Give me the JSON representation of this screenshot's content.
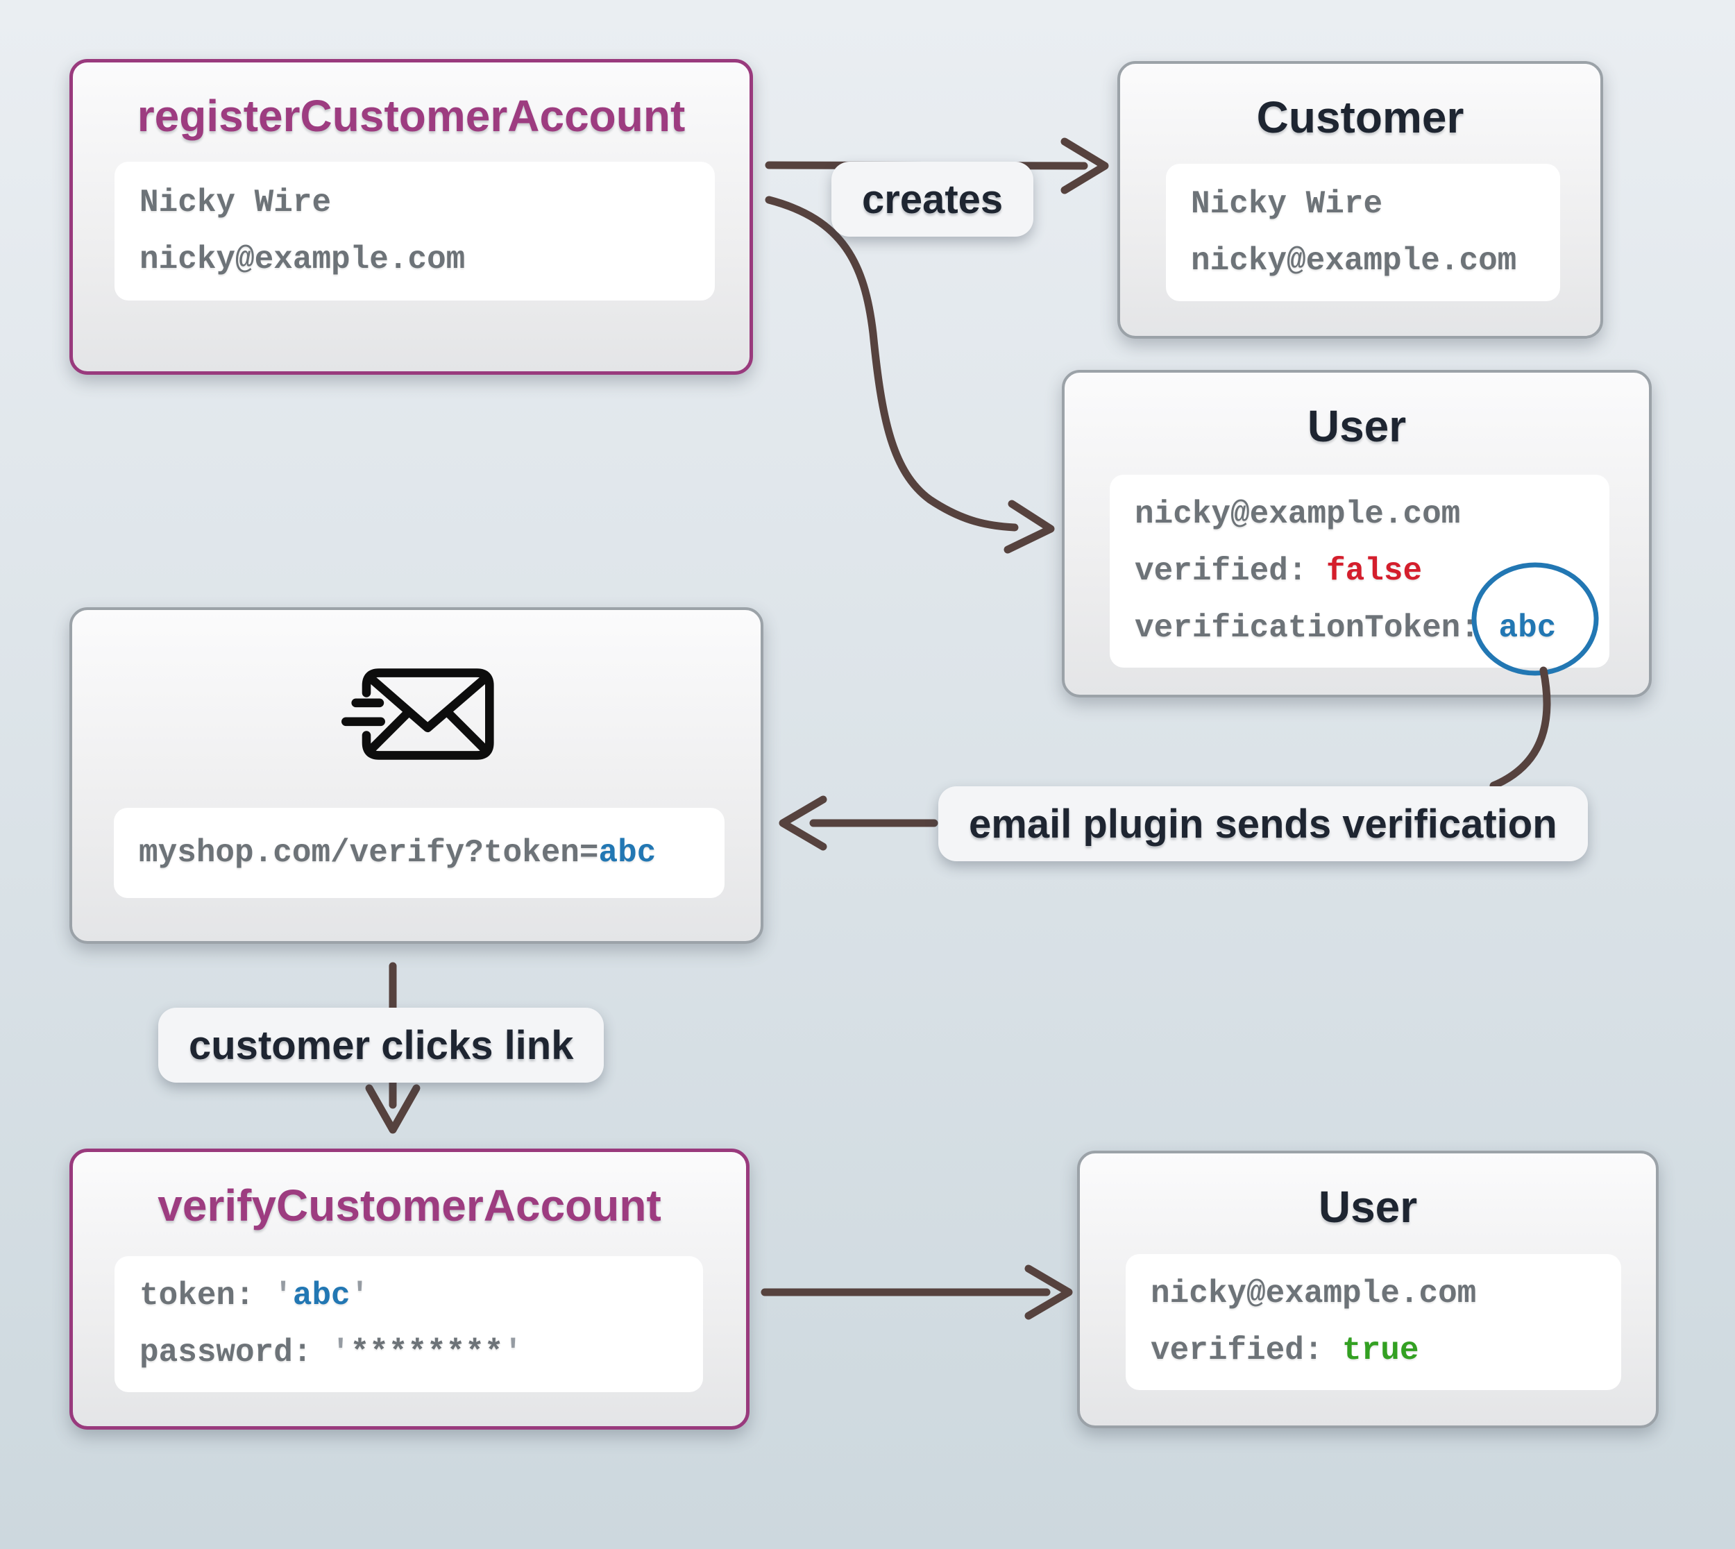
{
  "colors": {
    "purple": "#9d3c80",
    "purple_border": "#993a7d",
    "gray_border": "#9ba2a8",
    "dark": "#1e2531",
    "mono": "#6d7378",
    "quote": "#959ba2",
    "red": "#d41e2c",
    "blue": "#2277b3",
    "green": "#33a022",
    "arrow": "#56423e"
  },
  "boxes": {
    "register": {
      "title": "registerCustomerAccount",
      "line1": "Nicky Wire",
      "line2": "nicky@example.com"
    },
    "customer": {
      "title": "Customer",
      "line1": "Nicky Wire",
      "line2": "nicky@example.com"
    },
    "user_unverified": {
      "title": "User",
      "email": "nicky@example.com",
      "verified_label": "verified: ",
      "verified_value": "false",
      "token_label": "verificationToken: ",
      "token_value": "abc"
    },
    "email_message": {
      "url_prefix": "myshop.com/verify?token=",
      "url_token": "abc"
    },
    "verify": {
      "title": "verifyCustomerAccount",
      "token_label": "token: ",
      "token_open_quote": "'",
      "token_value": "abc",
      "token_close_quote": "'",
      "password_label": "password: ",
      "password_open_quote": "'",
      "password_value": "********",
      "password_close_quote": "'"
    },
    "user_verified": {
      "title": "User",
      "email": "nicky@example.com",
      "verified_label": "verified: ",
      "verified_value": "true"
    }
  },
  "edge_labels": {
    "creates": "creates",
    "email_plugin": "email plugin sends verification",
    "customer_clicks": "customer clicks link"
  }
}
